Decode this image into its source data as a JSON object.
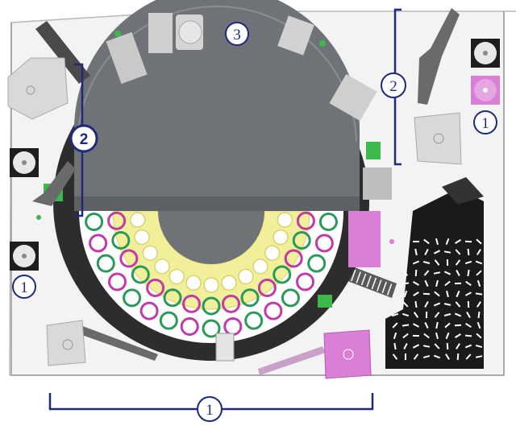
{
  "colors": {
    "background": "#ffffff",
    "instrument_outline": "#b8b8b8",
    "instrument_fill": "#f3f3f3",
    "carousel_ring": "#2d2d2d",
    "cover": "#6f7276",
    "cover_dark": "#55585c",
    "callout": "#1f2a7a",
    "module_grey": "#d9d9d9",
    "reagent_pink": "#d97fd6",
    "reagent_pink_light": "#e9b2e6",
    "tip_green": "#3cb94a",
    "ring_green": "#2a9a5a",
    "ring_magenta": "#c23aa8",
    "ring_yellow": "#f1ef9a",
    "tip_box": "#1a1a1a"
  },
  "callouts": [
    {
      "id": "bottom-bracket",
      "label": "1",
      "style": "plain"
    },
    {
      "id": "left-lower-disc",
      "label": "1",
      "style": "plain"
    },
    {
      "id": "right-disc",
      "label": "1",
      "style": "plain"
    },
    {
      "id": "left-bracket",
      "label": "2",
      "style": "bold"
    },
    {
      "id": "right-bracket",
      "label": "2",
      "style": "plain"
    },
    {
      "id": "top-ring",
      "label": "3",
      "style": "plain"
    }
  ],
  "legend_icons": [
    {
      "name": "grey-disc-icon",
      "color": "white"
    },
    {
      "name": "pink-disc-icon",
      "color": "pink"
    }
  ]
}
